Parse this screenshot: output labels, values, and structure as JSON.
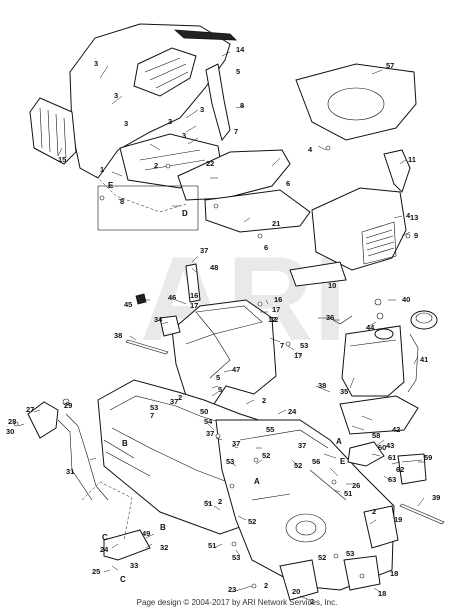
{
  "watermark": "ARI",
  "footer": "Page design © 2004-2017 by ARI Network Services, Inc.",
  "callouts": {
    "hood": {
      "c1": "1",
      "c2": "2",
      "c3a": "3",
      "c3b": "3",
      "c3c": "3",
      "c3d": "3",
      "c3e": "3",
      "c3f": "3",
      "c4a": "4",
      "c4b": "4",
      "c5": "5",
      "c6a": "6",
      "c6b": "6",
      "c7": "7",
      "c8a": "8",
      "c8b": "8",
      "c9": "9",
      "c10": "10",
      "c11": "11",
      "c12": "12",
      "c13": "13",
      "c14": "14",
      "c15": "15",
      "c21": "21",
      "c22": "22",
      "c57": "57",
      "E": "E",
      "D": "D"
    },
    "dash": {
      "c5a": "5",
      "c5b": "5",
      "c12": "12",
      "c16a": "16",
      "c16b": "16",
      "c17a": "17",
      "c17b": "17",
      "c17c": "17",
      "c34": "34",
      "c37": "37",
      "c38": "38",
      "c45": "45",
      "c46": "46",
      "c47": "47",
      "c48": "48",
      "c53a": "53",
      "c53b": "53",
      "c7": "7",
      "c36": "36",
      "c40": "40",
      "c44": "44",
      "c41": "41",
      "c35": "35",
      "c2": "2"
    },
    "frame": {
      "c2a": "2",
      "c2b": "2",
      "c2c": "2",
      "c2d": "2",
      "c2e": "2",
      "c7": "7",
      "c18a": "18",
      "c18b": "18",
      "c19": "19",
      "c20": "20",
      "c23": "23",
      "c24a": "24",
      "c24b": "24",
      "c25": "25",
      "c26": "26",
      "c27": "27",
      "c28": "28",
      "c29": "29",
      "c30": "30",
      "c31": "31",
      "c32": "32",
      "c33": "33",
      "c37a": "37",
      "c37b": "37",
      "c37c": "37",
      "c37d": "37",
      "c38": "38",
      "c39": "39",
      "c42": "42",
      "c43": "43",
      "c49": "49",
      "c50": "50",
      "c51a": "51",
      "c51b": "51",
      "c51c": "51",
      "c52a": "52",
      "c52b": "52",
      "c52c": "52",
      "c52d": "52",
      "c53a": "53",
      "c53b": "53",
      "c53c": "53",
      "c54": "54",
      "c55": "55",
      "c56": "56",
      "c58": "58",
      "c59": "59",
      "c60": "60",
      "c61": "61",
      "c62": "62",
      "c63": "63",
      "A1": "A",
      "A2": "A",
      "B1": "B",
      "B2": "B",
      "C1": "C",
      "C2": "C",
      "E": "E"
    }
  }
}
